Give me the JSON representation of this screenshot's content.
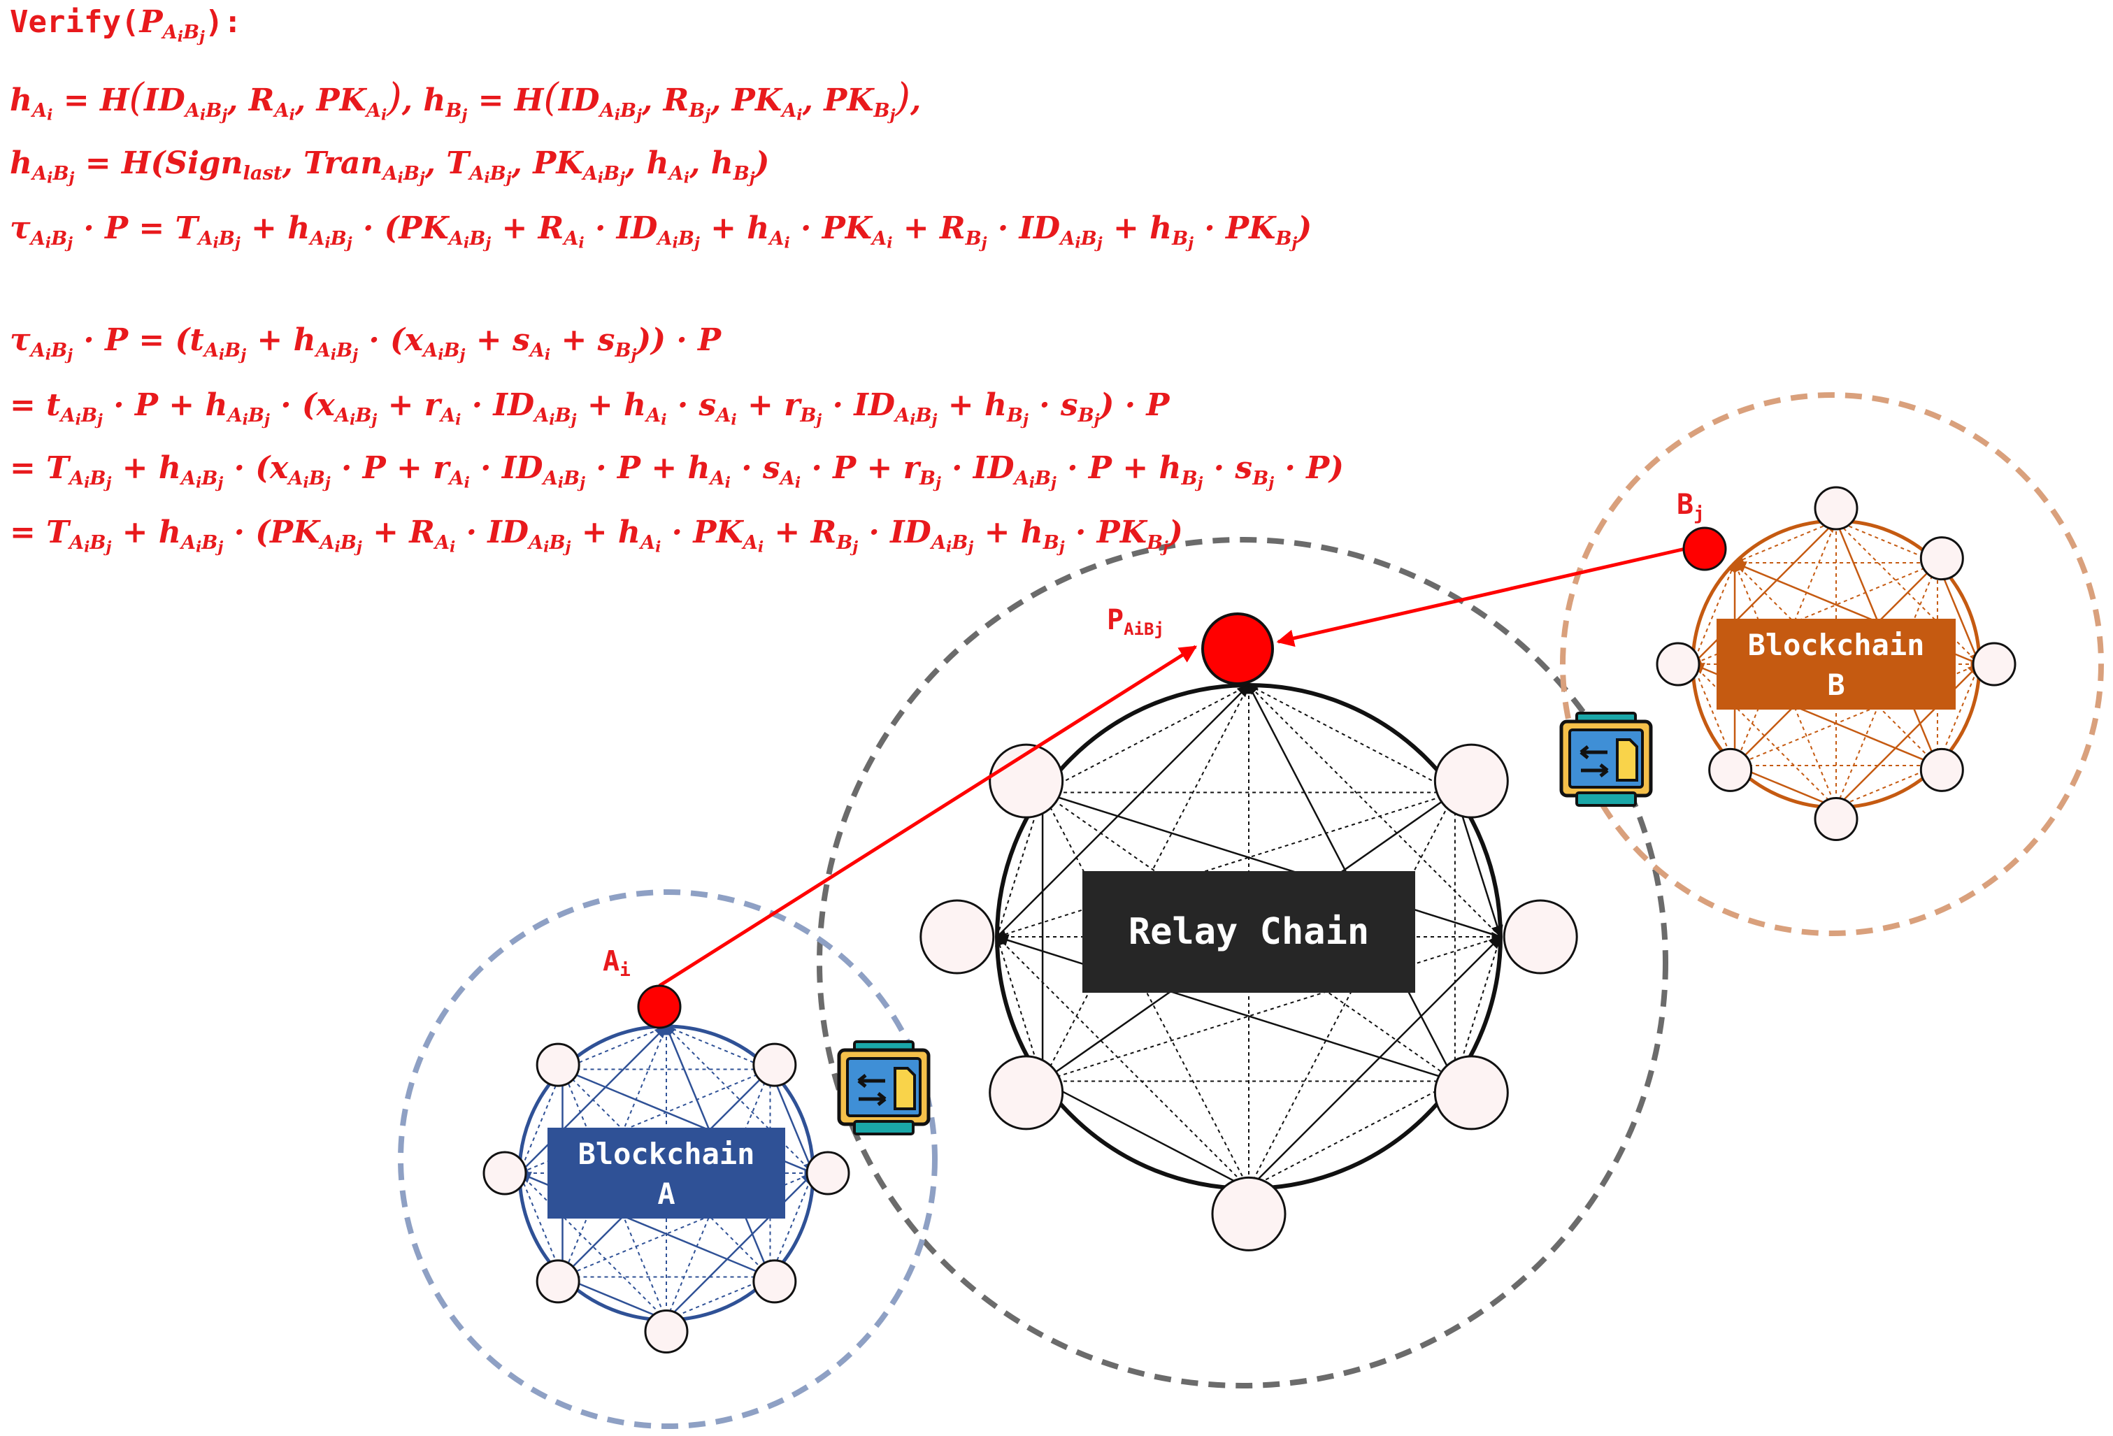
{
  "labels": {
    "relay_chain": "Relay Chain",
    "blockchain_a_line1": "Blockchain",
    "blockchain_a_line2": "A",
    "blockchain_b_line1": "Blockchain",
    "blockchain_b_line2": "B",
    "node_ai_base": "A",
    "node_ai_sub": "i",
    "node_bj_base": "B",
    "node_bj_sub": "j",
    "node_p_base": "P",
    "node_p_sub": "AiBj"
  },
  "formulas": {
    "verify_label": "Verify",
    "lines": [
      "Verify(P_{A_iB_j}):",
      "h_{A_i} = H(ID_{A_iB_j}, R_{A_i}, PK_{A_i}), h_{B_j} = H(ID_{A_iB_j}, R_{B_j}, PK_{A_i}, PK_{B_j}),",
      "h_{A_iB_j} = H(Sign_{last}, Tran_{A_iB_j}, T_{A_iB_j}, PK_{A_iB_j}, h_{A_i}, h_{B_j})",
      "τ_{A_iB_j} · P = T_{A_iB_j} + h_{A_iB_j} · (PK_{A_iB_j} + R_{A_i} · ID_{A_iB_j} + h_{A_i} · PK_{A_i} + R_{B_j} · ID_{A_iB_j} + h_{B_j} · PK_{B_j})",
      "τ_{A_iB_j} · P = (t_{A_iB_j} + h_{A_iB_j} · (x_{A_iB_j} + s_{A_i} + s_{B_j})) · P",
      "= t_{A_iB_j} · P + h_{A_iB_j} · (x_{A_iB_j} + r_{A_i} · ID_{A_iB_j} + h_{A_i} · s_{A_i} + r_{B_j} · ID_{A_iB_j} + h_{B_j} · s_{B_j}) · P",
      "= T_{A_iB_j} + h_{A_iB_j} · (x_{A_iB_j} · P + r_{A_i} · ID_{A_iB_j} · P + h_{A_i} · s_{A_i} · P + r_{B_j} · ID_{A_iB_j} · P + h_{B_j} · s_{B_j} · P)",
      "= T_{A_iB_j} + h_{A_iB_j} · (PK_{A_iB_j} + R_{A_i} · ID_{A_iB_j} + h_{A_i} · PK_{A_i} + R_{B_j} · ID_{A_iB_j} + h_{B_j} · PK_{B_j})"
    ]
  },
  "colors": {
    "formula_red": "#e8191c",
    "node_red": "#ff0000",
    "relay_box": "#262626",
    "blockchain_a": "#2f5196",
    "blockchain_b": "#c55a11",
    "relay_dash": "#6b6b6b",
    "a_dash": "#8ea0c4",
    "b_dash": "#d9a07c",
    "node_fill": "#fdf3f3"
  },
  "icons": [
    "transfer-document-icon"
  ]
}
